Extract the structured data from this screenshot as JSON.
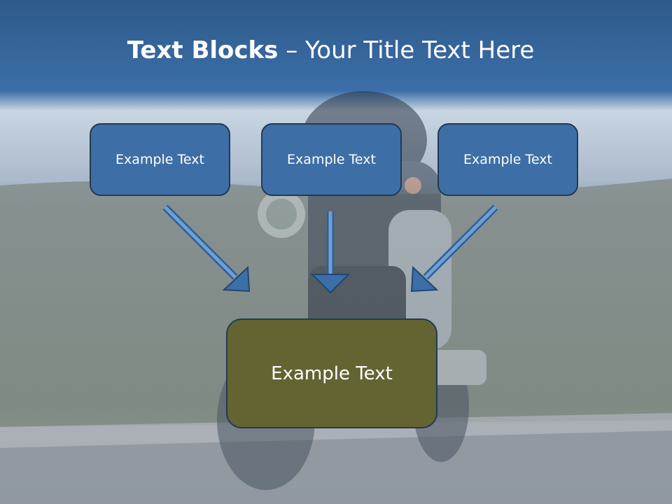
{
  "title": {
    "bold": "Text Blocks",
    "dash": " – ",
    "rest": "Your Title Text Here"
  },
  "blocks": [
    {
      "label": "Example Text"
    },
    {
      "label": "Example Text"
    },
    {
      "label": "Example Text"
    }
  ],
  "target": {
    "label": "Example Text"
  },
  "colors": {
    "header_blue": "#3a6aa1",
    "block_blue": "#3e6ea6",
    "block_border": "#233a52",
    "target_olive": "#646433",
    "arrow_blue": "#3c6ea8"
  }
}
